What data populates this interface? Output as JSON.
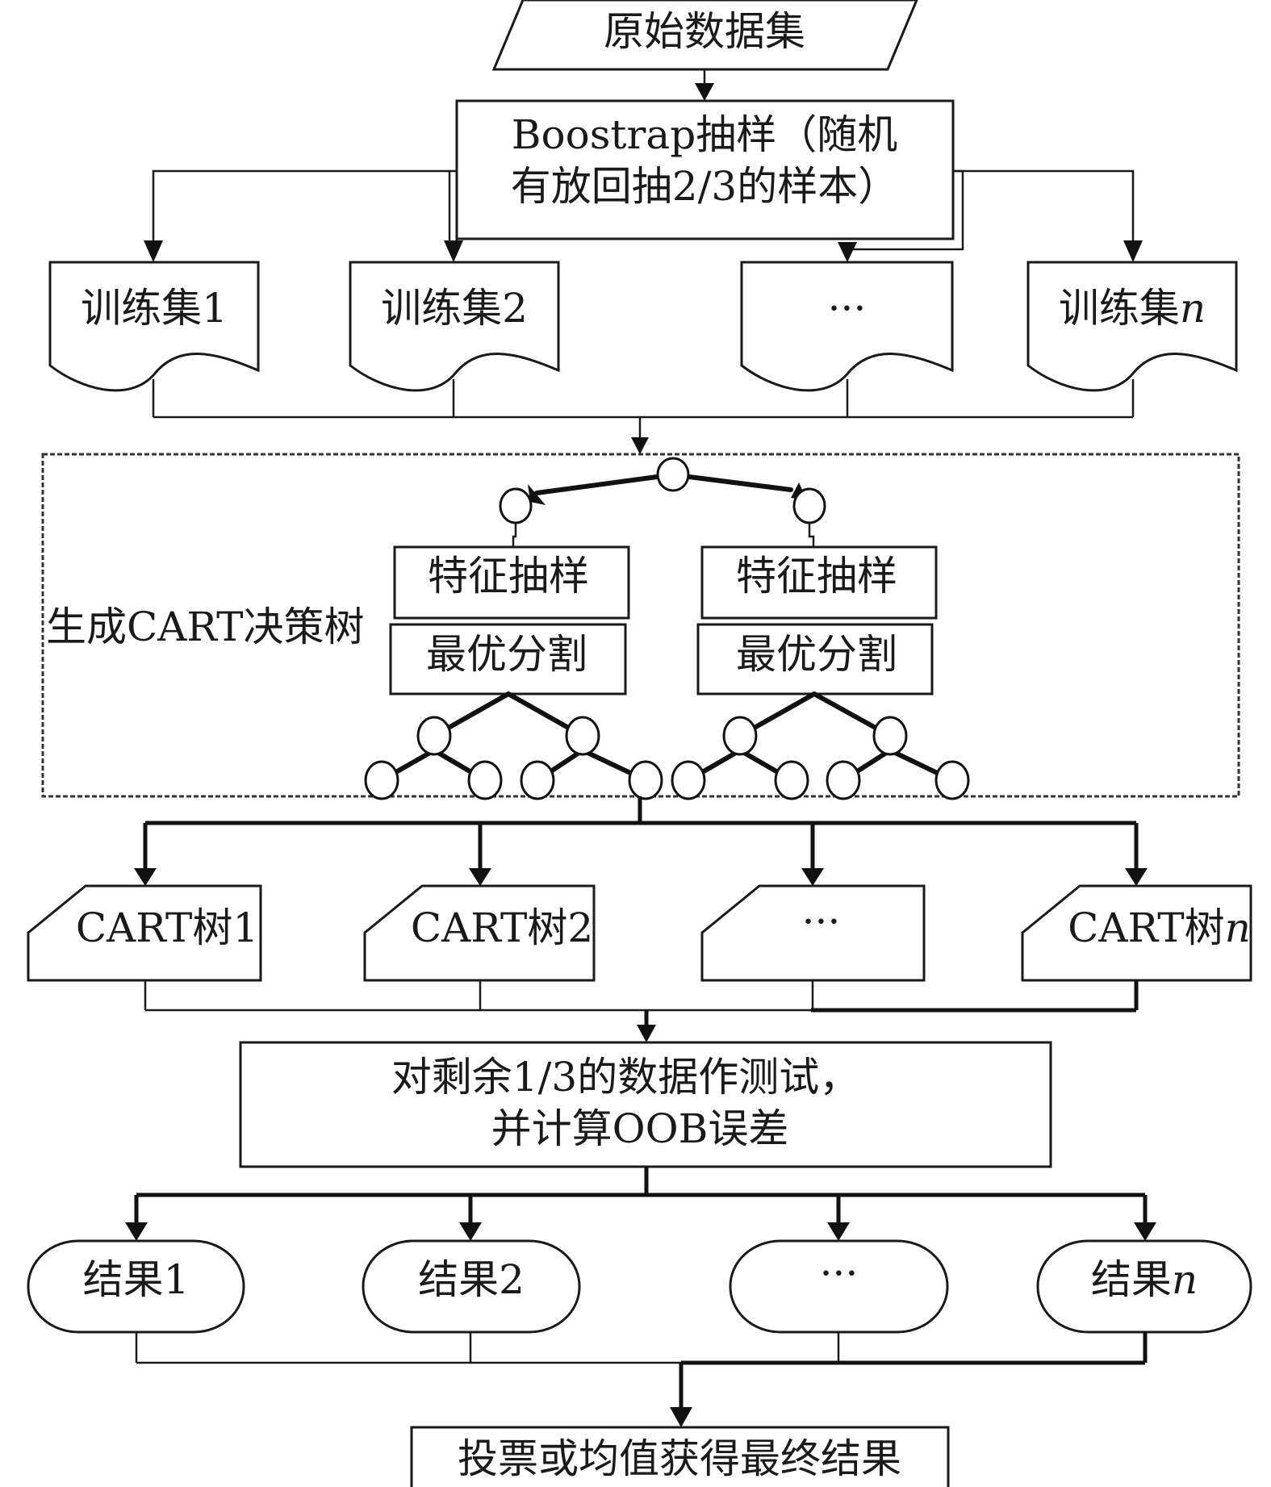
{
  "title": "随机森林流程图",
  "nodes": {
    "raw_data": "原始数据集",
    "bootstrap": {
      "line1": "Boostrap抽样（随机",
      "line2": "有放回抽2/3的样本）"
    },
    "training_sets": [
      {
        "prefix": "训练集",
        "suffix": "1",
        "suffix_italic": false
      },
      {
        "prefix": "训练集",
        "suffix": "2",
        "suffix_italic": false
      },
      {
        "prefix": "···",
        "suffix": "",
        "suffix_italic": false
      },
      {
        "prefix": "训练集",
        "suffix": "n",
        "suffix_italic": true
      }
    ],
    "generate_label": "生成CART决策树",
    "feature_sampling": [
      "特征抽样",
      "特征抽样"
    ],
    "optimal_split": [
      "最优分割",
      "最优分割"
    ],
    "cart_trees": [
      {
        "prefix": "CART树",
        "suffix": "1",
        "suffix_italic": false
      },
      {
        "prefix": "CART树",
        "suffix": "2",
        "suffix_italic": false
      },
      {
        "prefix": "···",
        "suffix": "",
        "suffix_italic": false
      },
      {
        "prefix": "CART树",
        "suffix": "n",
        "suffix_italic": true
      }
    ],
    "oob_test": {
      "line1": "对剩余1/3的数据作测试，",
      "line2": "并计算OOB误差"
    },
    "results": [
      {
        "prefix": "结果",
        "suffix": "1",
        "suffix_italic": false
      },
      {
        "prefix": "结果",
        "suffix": "2",
        "suffix_italic": false
      },
      {
        "prefix": "···",
        "suffix": "",
        "suffix_italic": false
      },
      {
        "prefix": "结果",
        "suffix": "n",
        "suffix_italic": true
      }
    ],
    "final": "投票或均值获得最终结果"
  }
}
